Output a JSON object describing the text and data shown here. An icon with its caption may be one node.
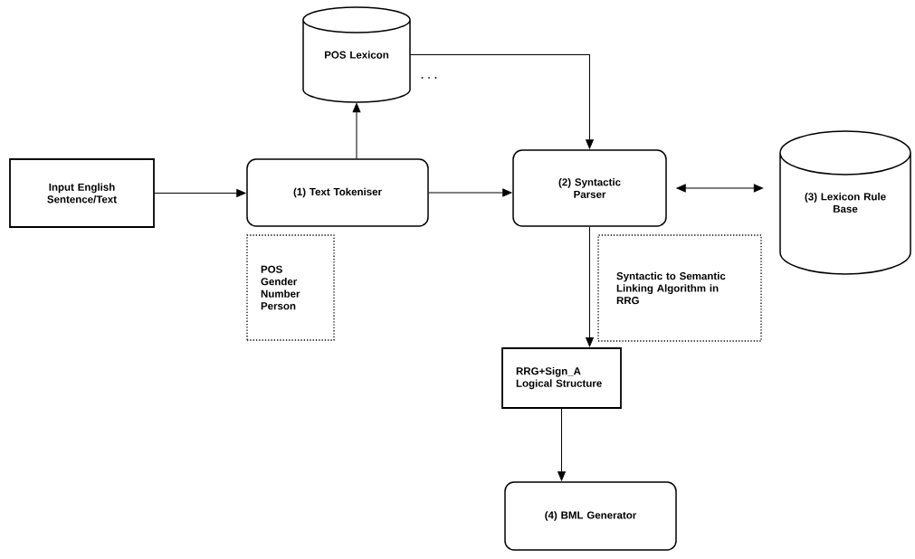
{
  "diagram": {
    "nodes": [
      {
        "text": [
          "Input English Sentence/Text"
        ]
      },
      {
        "text": [
          "(1) Text Tokeniser"
        ]
      },
      {
        "text": [
          "POS Lexicon"
        ]
      },
      {
        "text": [
          "(2) Syntactic Parser"
        ]
      },
      {
        "text": [
          "(3) Lexicon Rule Base"
        ]
      },
      {
        "text": [
          "POS Gender Number Person"
        ]
      },
      {
        "text": [
          "Syntactic to Semantic Linking Algorithm in RRG"
        ]
      },
      {
        "text": [
          "RRG+Sign_A Logical Structure"
        ]
      },
      {
        "text": [
          "(4) BML Generator"
        ]
      }
    ],
    "edges": [
      {
        "from": 0,
        "to": 1,
        "arrow": "to"
      },
      {
        "from": 1,
        "to": 2,
        "arrow": "to"
      },
      {
        "from": 2,
        "to": 3,
        "arrow": "to"
      },
      {
        "from": 1,
        "to": 3,
        "arrow": "to"
      },
      {
        "from": 3,
        "to": 4,
        "arrow": "both"
      },
      {
        "from": 3,
        "to": 7,
        "arrow": "to"
      },
      {
        "from": 7,
        "to": 8,
        "arrow": "to"
      }
    ],
    "labels": [
      ". . ."
    ]
  }
}
